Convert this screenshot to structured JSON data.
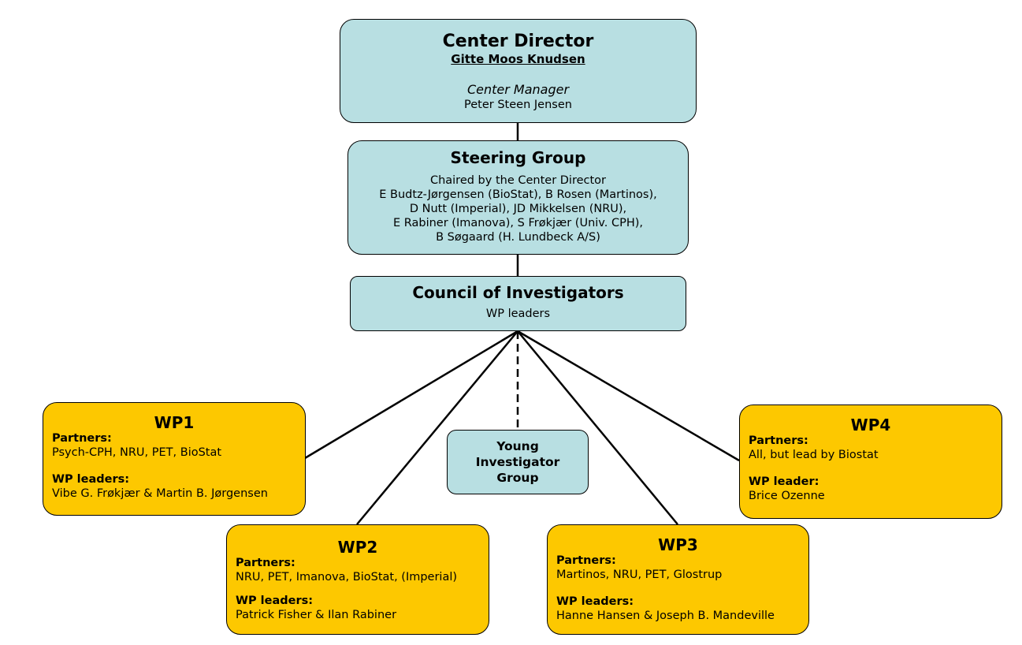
{
  "director": {
    "title": "Center Director",
    "name": "Gitte Moos Knudsen",
    "manager_title": "Center Manager",
    "manager_name": "Peter Steen Jensen"
  },
  "steering": {
    "title": "Steering Group",
    "lines": [
      "Chaired by the Center Director",
      "E Budtz-Jørgensen (BioStat), B Rosen (Martinos),",
      "D Nutt (Imperial), JD Mikkelsen (NRU),",
      "E Rabiner (Imanova), S Frøkjær (Univ. CPH),",
      "B Søgaard (H. Lundbeck A/S)"
    ]
  },
  "council": {
    "title": "Council of Investigators",
    "subtitle": "WP leaders"
  },
  "young": {
    "lines": [
      "Young",
      "Investigator",
      "Group"
    ]
  },
  "wp1": {
    "title": "WP1",
    "partners_label": "Partners:",
    "partners": "Psych-CPH, NRU, PET, BioStat",
    "leaders_label": "WP leaders:",
    "leaders": "Vibe G. Frøkjær & Martin B. Jørgensen"
  },
  "wp2": {
    "title": "WP2",
    "partners_label": "Partners:",
    "partners": "NRU, PET, Imanova, BioStat, (Imperial)",
    "leaders_label": "WP leaders:",
    "leaders": "Patrick Fisher & Ilan Rabiner"
  },
  "wp3": {
    "title": "WP3",
    "partners_label": "Partners:",
    "partners": "Martinos, NRU, PET, Glostrup",
    "leaders_label": "WP leaders:",
    "leaders": "Hanne Hansen & Joseph B. Mandeville"
  },
  "wp4": {
    "title": "WP4",
    "partners_label": "Partners:",
    "partners": "All, but lead by Biostat",
    "leaders_label": "WP leader:",
    "leaders": "Brice Ozenne"
  },
  "colors": {
    "governance_fill": "#b8dfe2",
    "workpackage_fill": "#fdc800",
    "line": "#000000"
  }
}
